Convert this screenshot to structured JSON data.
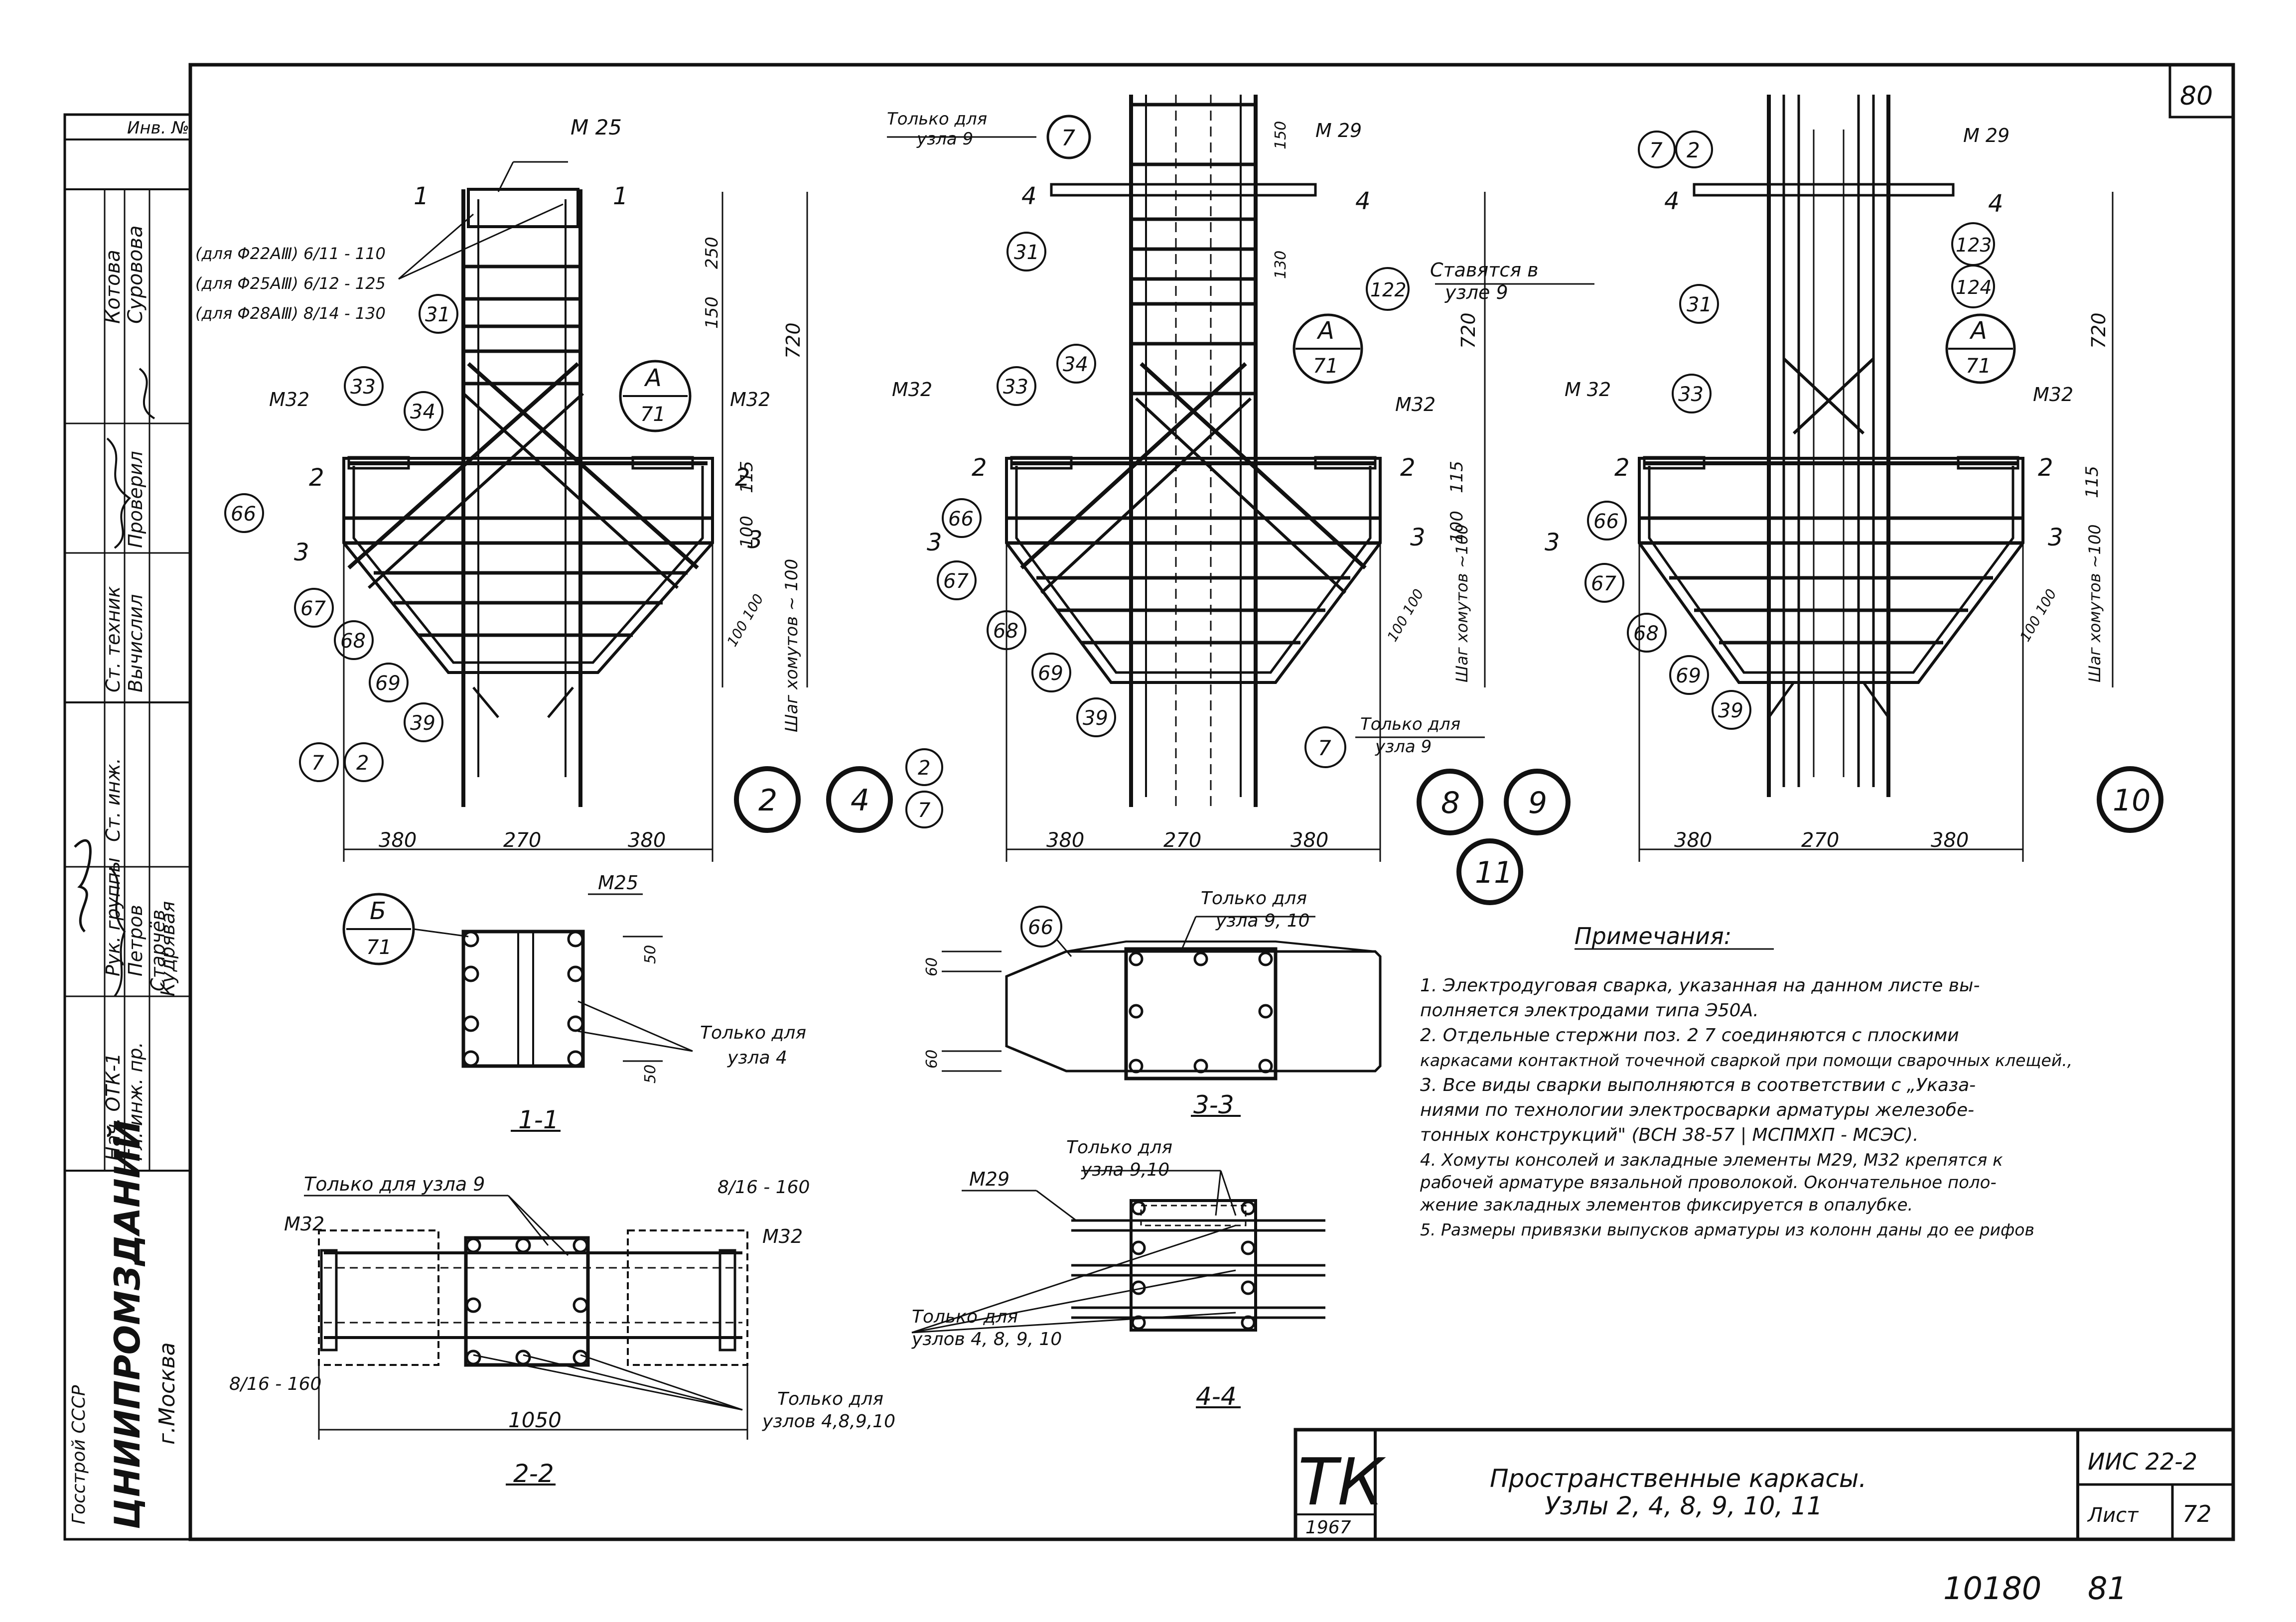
{
  "sheet": {
    "page_number": "80",
    "footer_left": "10180",
    "footer_right": "81"
  },
  "stamp_left": {
    "inventory_label": "Инв. №",
    "org_line1": "Госстрой СССР",
    "org_name": "ЦНИИПРОМЗДАНИЙ",
    "org_city": "г.Москва",
    "roles": [
      {
        "role": "Нач. ОТК-1",
        "name": "Кудрявая"
      },
      {
        "role": "Гл. инж. пр.",
        "name": "Старчёв"
      },
      {
        "role": "Рук. группы",
        "name": "Петров"
      },
      {
        "role": "Ст. инж.",
        "name": "Вычислил"
      },
      {
        "role": "Ст. техник",
        "name": "Проверил"
      },
      {
        "role": "Котова",
        "name": "Суровова"
      }
    ]
  },
  "view_left": {
    "embed_top": "М 25",
    "bar_notes": [
      "(для Φ22АⅢ) 6/11 - 110",
      "(для Φ25АⅢ) 6/12 - 125",
      "(для Φ28АⅢ) 8/14 - 130"
    ],
    "embed_left": "М32",
    "embed_right": "М32",
    "callout_ref_top": "А",
    "callout_ref_bottom": "71",
    "positions": [
      "31",
      "33",
      "34",
      "66",
      "67",
      "68",
      "69",
      "39",
      "7",
      "2"
    ],
    "section_marks": [
      "1",
      "1",
      "2",
      "2",
      "3",
      "3"
    ],
    "dims_vertical": [
      "250",
      "150",
      "720",
      "115",
      "100",
      "100 100"
    ],
    "step_note": "Шаг хомутов ~ 100",
    "dims_bottom": [
      "380",
      "270",
      "380"
    ],
    "node_labels": [
      "2",
      "4"
    ]
  },
  "view_middle": {
    "only_for_top": "Только для",
    "only_for_top2": "узла 9",
    "embed_top": "М 29",
    "placed_note": "Ставятся в",
    "placed_note2": "узле 9",
    "embed_left": "М32",
    "embed_right": "М32",
    "callout_ref_top": "А",
    "callout_ref_bottom": "71",
    "positions": [
      "7",
      "31",
      "34",
      "33",
      "122",
      "66",
      "67",
      "68",
      "69",
      "39",
      "2",
      "7"
    ],
    "section_marks": [
      "4",
      "4",
      "2",
      "2",
      "3",
      "3"
    ],
    "dims_vertical": [
      "150",
      "130",
      "720",
      "115",
      "100",
      "100 100"
    ],
    "step_note": "Шаг хомутов ~100",
    "only_for_bottom": "Только для",
    "only_for_bottom2": "узла 9",
    "dims_bottom": [
      "380",
      "270",
      "380"
    ],
    "node_labels": [
      "8",
      "9",
      "11"
    ]
  },
  "view_right": {
    "embed_top": "М 29",
    "embed_left": "М 32",
    "embed_right": "М32",
    "callout_ref_top": "А",
    "callout_ref_bottom": "71",
    "positions": [
      "7",
      "2",
      "31",
      "123",
      "124",
      "33",
      "66",
      "67",
      "68",
      "69",
      "39"
    ],
    "section_marks": [
      "4",
      "4",
      "2",
      "2",
      "3",
      "3"
    ],
    "dims_vertical": [
      "720",
      "115",
      "100 100"
    ],
    "step_note": "Шаг хомутов ~100",
    "dims_bottom": [
      "380",
      "270",
      "380"
    ],
    "node_labels": [
      "10"
    ]
  },
  "section_1_1": {
    "title": "1-1",
    "callout_top": "Б",
    "callout_bottom": "71",
    "embed": "М25",
    "dims": [
      "50",
      "50"
    ],
    "only_for": "Только для",
    "only_for2": "узла 4"
  },
  "section_2_2": {
    "title": "2-2",
    "only_for_top": "Только для узла 9",
    "embed_left": "М32",
    "embed_right": "М32",
    "bar_note_top": "8/16 - 160",
    "bar_note_left": "8/16 - 160",
    "dim_total": "1050",
    "only_for_bottom": "Только для",
    "only_for_bottom2": "узлов 4,8,9,10"
  },
  "section_3_3": {
    "title": "3-3",
    "position": "66",
    "only_for": "Только для",
    "only_for2": "узла 9, 10",
    "dims": [
      "60",
      "60"
    ]
  },
  "section_4_4": {
    "title": "4-4",
    "embed": "М29",
    "only_for_top": "Только для",
    "only_for_top2": "узла 9,10",
    "only_for_bottom": "Только для",
    "only_for_bottom2": "узлов 4, 8, 9, 10"
  },
  "notes": {
    "heading": "Примечания:",
    "lines": [
      "1. Электродуговая сварка, указанная на данном листе вы-",
      "полняется электродами типа Э50А.",
      "2. Отдельные стержни поз. 2    7  соединяются с плоскими",
      "каркасами контактной точечной сваркой при помощи сварочных клещей.,",
      "3. Все виды сварки выполняются в соответствии с „Указа-",
      "ниями по технологии электросварки арматуры железобе-",
      "тонных конструкций\" (ВСН 38-57 | МСПМХП - МСЭС).",
      "4. Хомуты консолей и закладные элементы М29, М32 крепятся к",
      "рабочей арматуре вязальной проволокой. Окончательное поло-",
      "жение закладных элементов фиксируется в опалубке.",
      "5. Размеры привязки выпусков арматуры из колонн даны до ее рифов"
    ]
  },
  "title_block": {
    "logo": "ТК",
    "year": "1967",
    "title_line1": "Пространственные каркасы.",
    "title_line2": "Узлы 2, 4, 8, 9, 10, 11",
    "series": "ИИС 22-2",
    "sheet_label": "Лист",
    "sheet_number": "72"
  }
}
